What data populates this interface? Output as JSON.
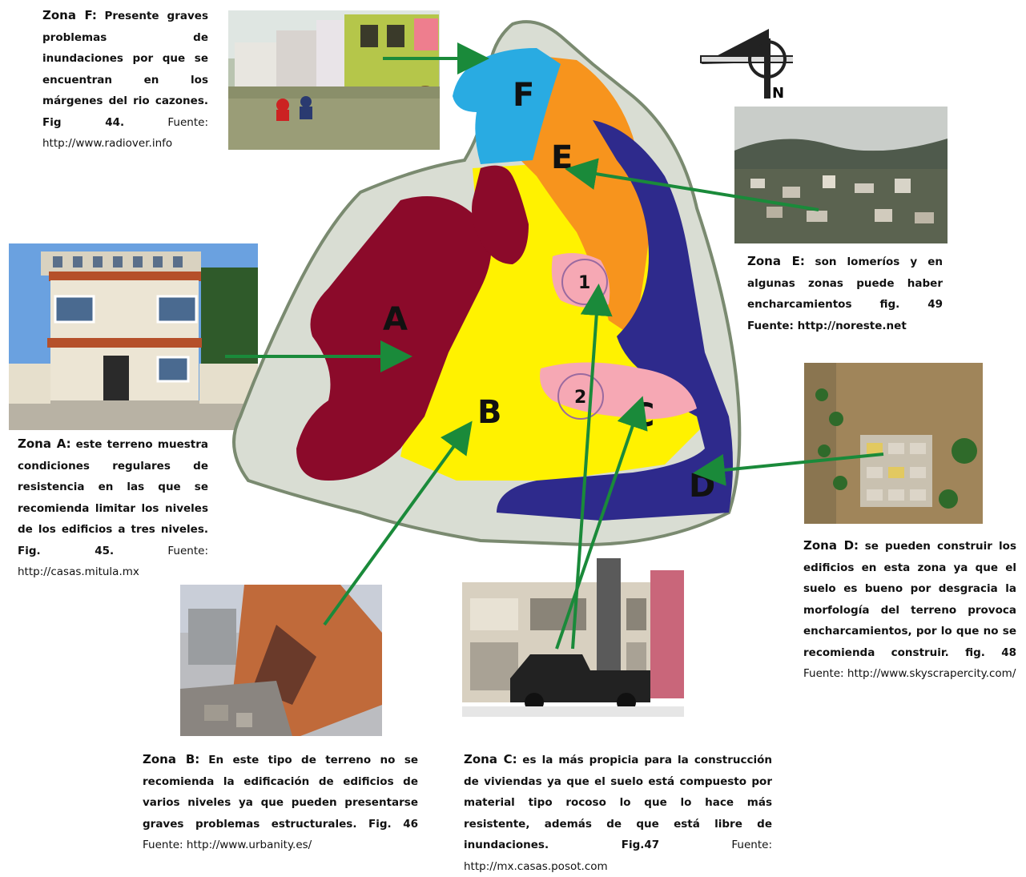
{
  "map": {
    "zones": [
      {
        "letter": "A",
        "color": "#8b0a2a"
      },
      {
        "letter": "B",
        "color": "#fff200"
      },
      {
        "letter": "C",
        "color": "#f6a8b4"
      },
      {
        "letter": "D",
        "color": "#2e2a8c"
      },
      {
        "letter": "E",
        "color": "#f7941d"
      },
      {
        "letter": "F",
        "color": "#29abe2"
      }
    ],
    "subzones": [
      "1",
      "2"
    ],
    "compass_label": "N",
    "arrow_color": "#1a8a3a"
  },
  "captions": {
    "F": {
      "label": "Zona F:",
      "text": "Presente graves problemas de inundaciones por que se encuentran en los márgenes del rio cazones. Fig 44.",
      "source": "Fuente: http://www.radiover.info"
    },
    "A": {
      "label": "Zona A:",
      "text": "este terreno muestra condiciones regulares de resistencia en las que se recomienda limitar los niveles de los edificios a tres niveles. Fig. 45.",
      "source": "Fuente: http://casas.mitula.mx"
    },
    "E": {
      "label": "Zona E:",
      "text": "son lomeríos y en algunas zonas puede haber encharcamientos fig. 49 Fuente: http://noreste.net",
      "source": ""
    },
    "D": {
      "label": "Zona D:",
      "text": "se pueden construir los edificios en esta zona ya que el suelo es bueno por desgracia la morfología del terreno provoca encharcamientos, por lo que no se recomienda construir. fig. 48",
      "source": "Fuente: http://www.skyscrapercity.com/"
    },
    "B": {
      "label": "Zona B:",
      "text": "En este tipo de terreno no se recomienda la edificación de edificios de varios niveles ya que pueden presentarse graves problemas estructurales. Fig. 46",
      "source": "Fuente: http://www.urbanity.es/"
    },
    "C": {
      "label": "Zona C:",
      "text": "es la más propicia para la construcción de viviendas ya que el suelo está compuesto por material tipo rocoso lo que lo hace más resistente, además de que está libre de inundaciones. Fig.47",
      "source": "Fuente: http://mx.casas.posot.com"
    }
  }
}
